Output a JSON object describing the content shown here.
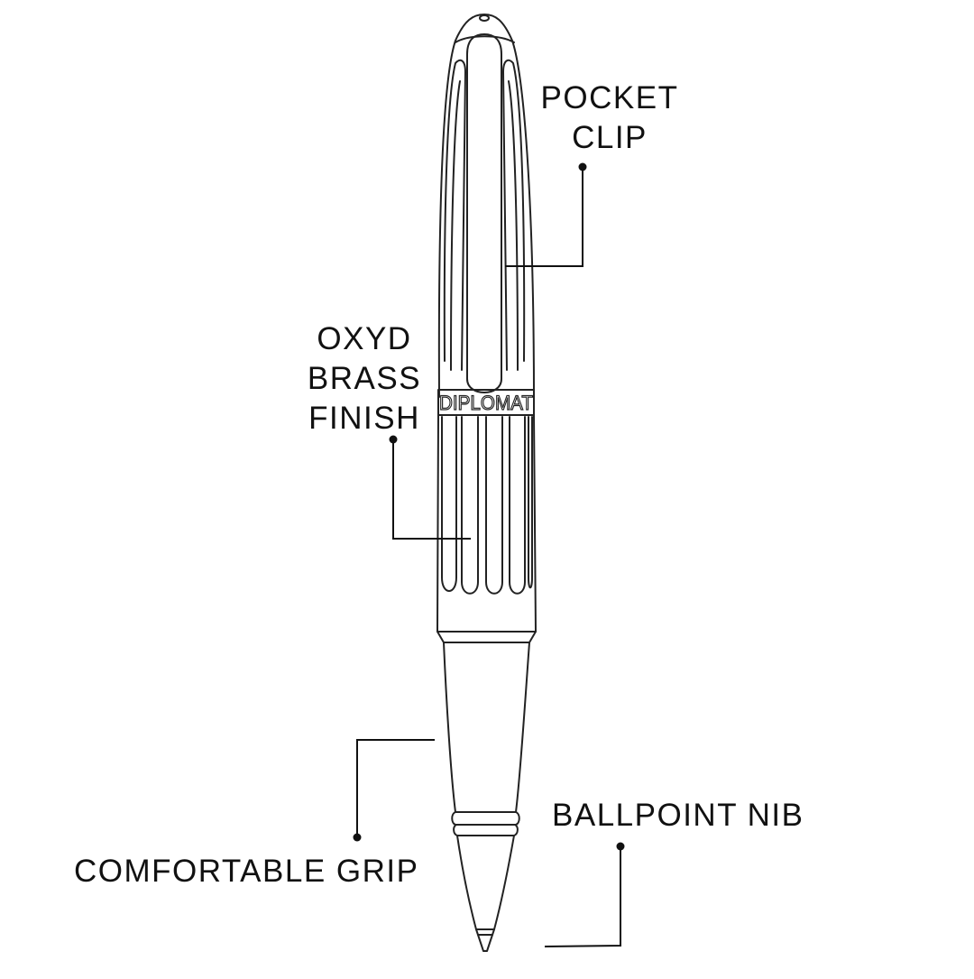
{
  "colors": {
    "stroke": "#222222",
    "background": "#ffffff",
    "text": "#111111"
  },
  "pen": {
    "brand_engraving": "DIPLOMAT"
  },
  "callouts": {
    "pocket_clip": {
      "line1": "POCKET",
      "line2": "CLIP"
    },
    "oxyd_finish": {
      "line1": "OXYD",
      "line2": "BRASS",
      "line3": "FINISH"
    },
    "grip": {
      "label": "COMFORTABLE GRIP"
    },
    "nib": {
      "label": "BALLPOINT NIB"
    }
  }
}
